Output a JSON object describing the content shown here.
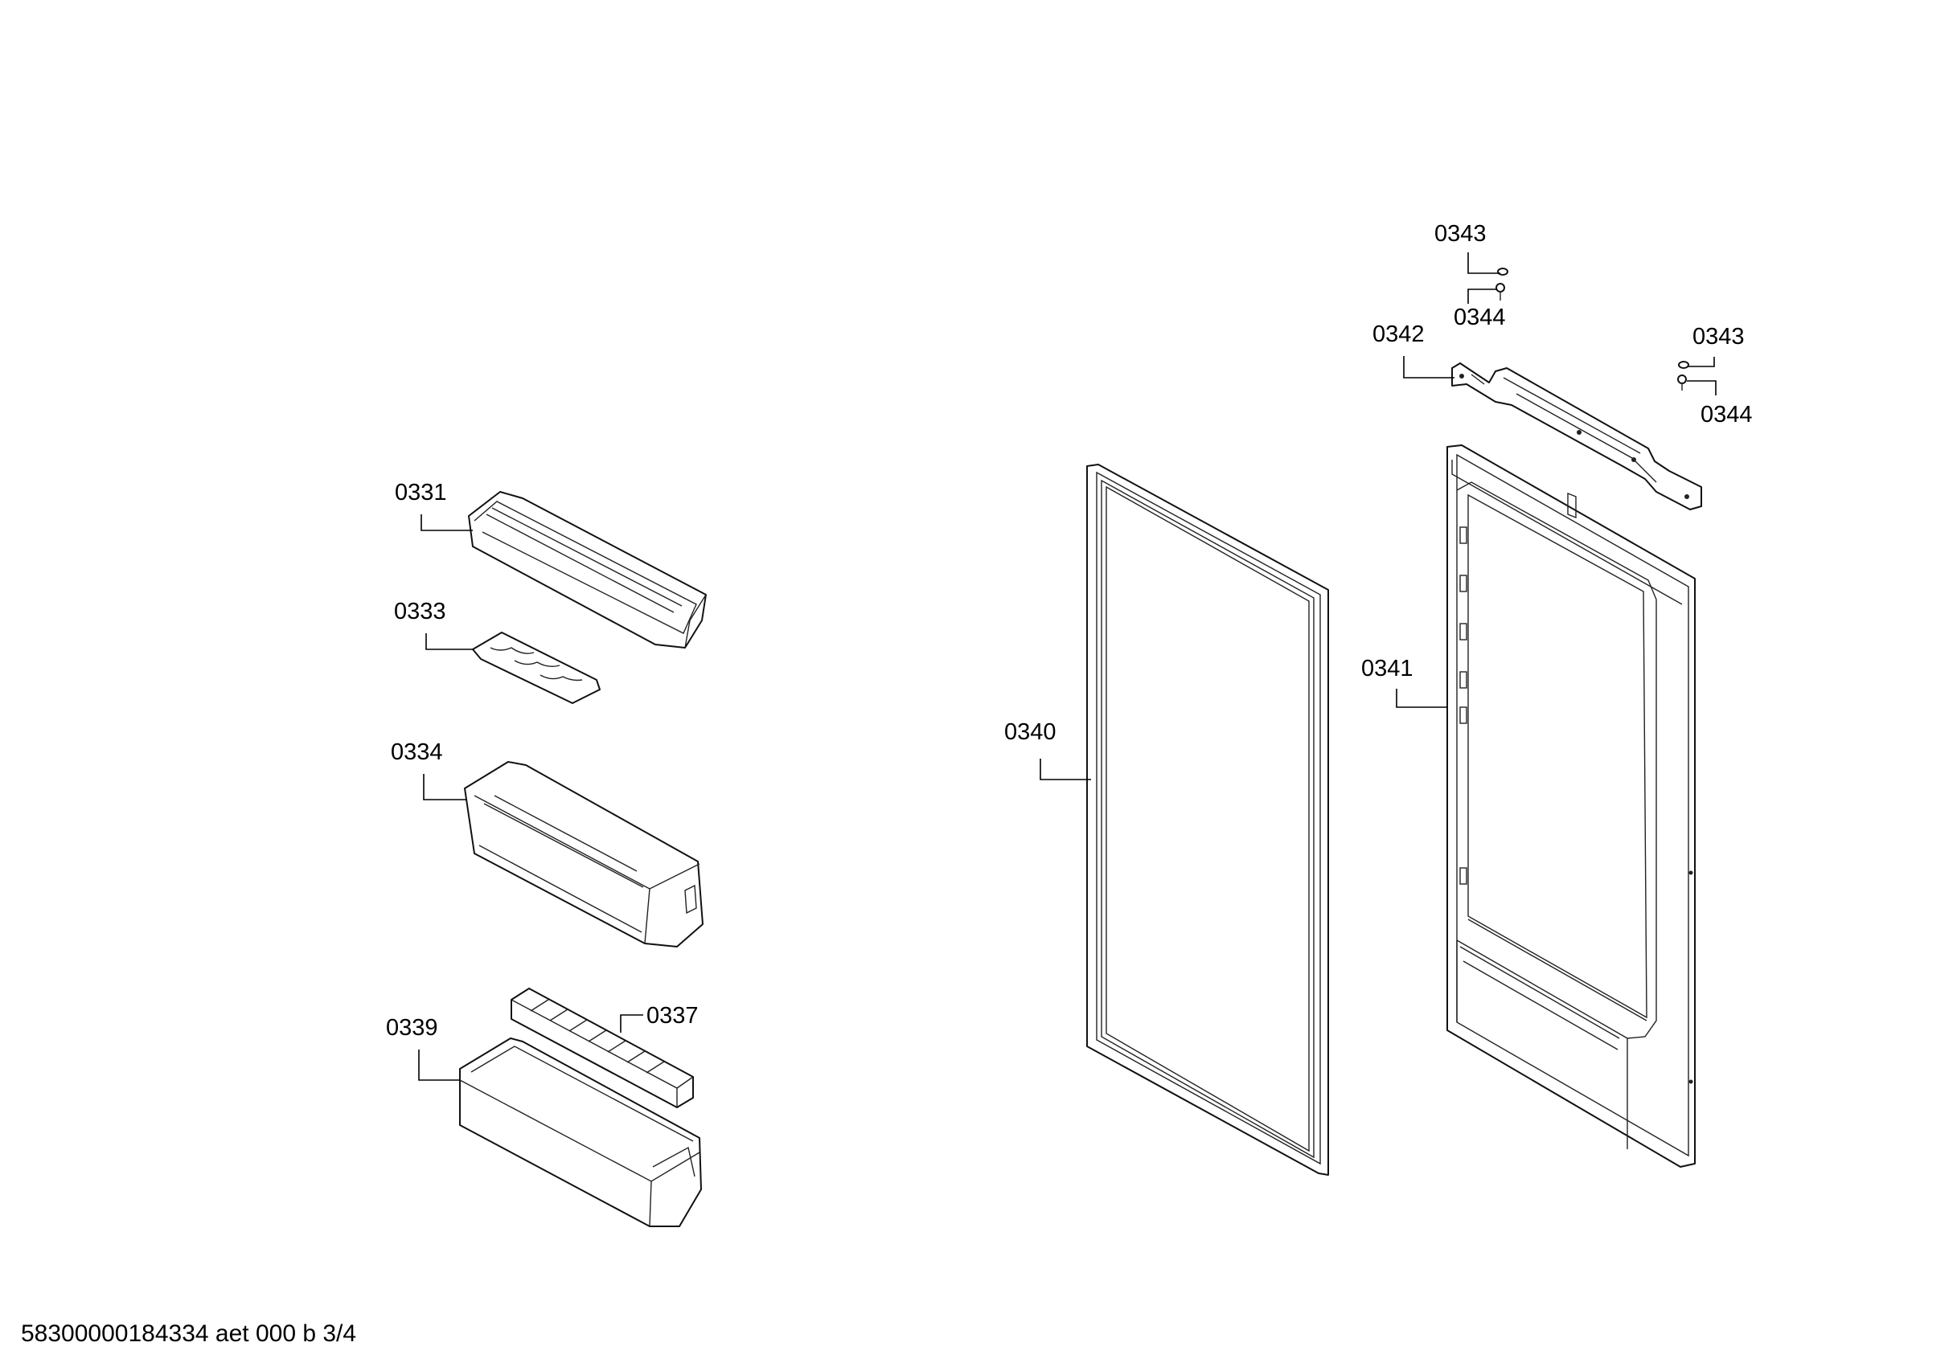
{
  "diagram": {
    "callouts": {
      "p0331": "0331",
      "p0333": "0333",
      "p0334": "0334",
      "p0337": "0337",
      "p0339": "0339",
      "p0340": "0340",
      "p0341": "0341",
      "p0342": "0342",
      "p0343_top": "0343",
      "p0344_top": "0344",
      "p0343_right": "0343",
      "p0344_right": "0344"
    }
  },
  "footer": {
    "text": "58300000184334 aet 000 b 3/4"
  }
}
